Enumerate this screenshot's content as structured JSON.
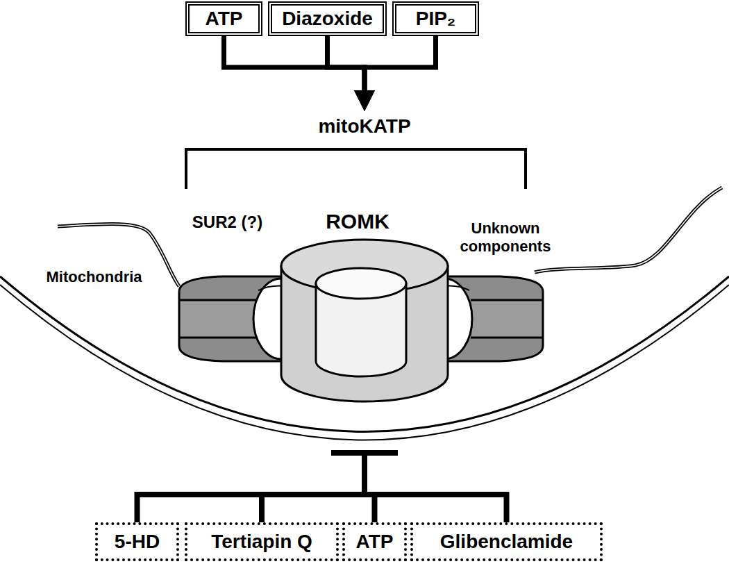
{
  "diagram": {
    "nodes": [
      {
        "text": [
          "ATP"
        ]
      },
      {
        "text": [
          "Diazoxide"
        ]
      },
      {
        "text": [
          "PIP₂"
        ]
      },
      {
        "text": [
          "mitoKATP"
        ]
      },
      {
        "text": [
          "5-HD"
        ]
      },
      {
        "text": [
          "Tertiapin Q"
        ]
      },
      {
        "text": [
          "ATP"
        ]
      },
      {
        "text": [
          "Glibenclamide"
        ]
      }
    ],
    "edges": [
      {
        "from": 0,
        "to": 3,
        "arrow": "to"
      },
      {
        "from": 1,
        "to": 3,
        "arrow": "to"
      },
      {
        "from": 2,
        "to": 3,
        "arrow": "to"
      },
      {
        "from": 4,
        "to": 3,
        "arrow": "to"
      },
      {
        "from": 5,
        "to": 3,
        "arrow": "to"
      },
      {
        "from": 6,
        "to": 3,
        "arrow": "to"
      },
      {
        "from": 7,
        "to": 3,
        "arrow": "to"
      }
    ],
    "labels": [
      "SUR2 (?)",
      "ROMK",
      "Unknown components",
      "Mitochondria"
    ]
  }
}
